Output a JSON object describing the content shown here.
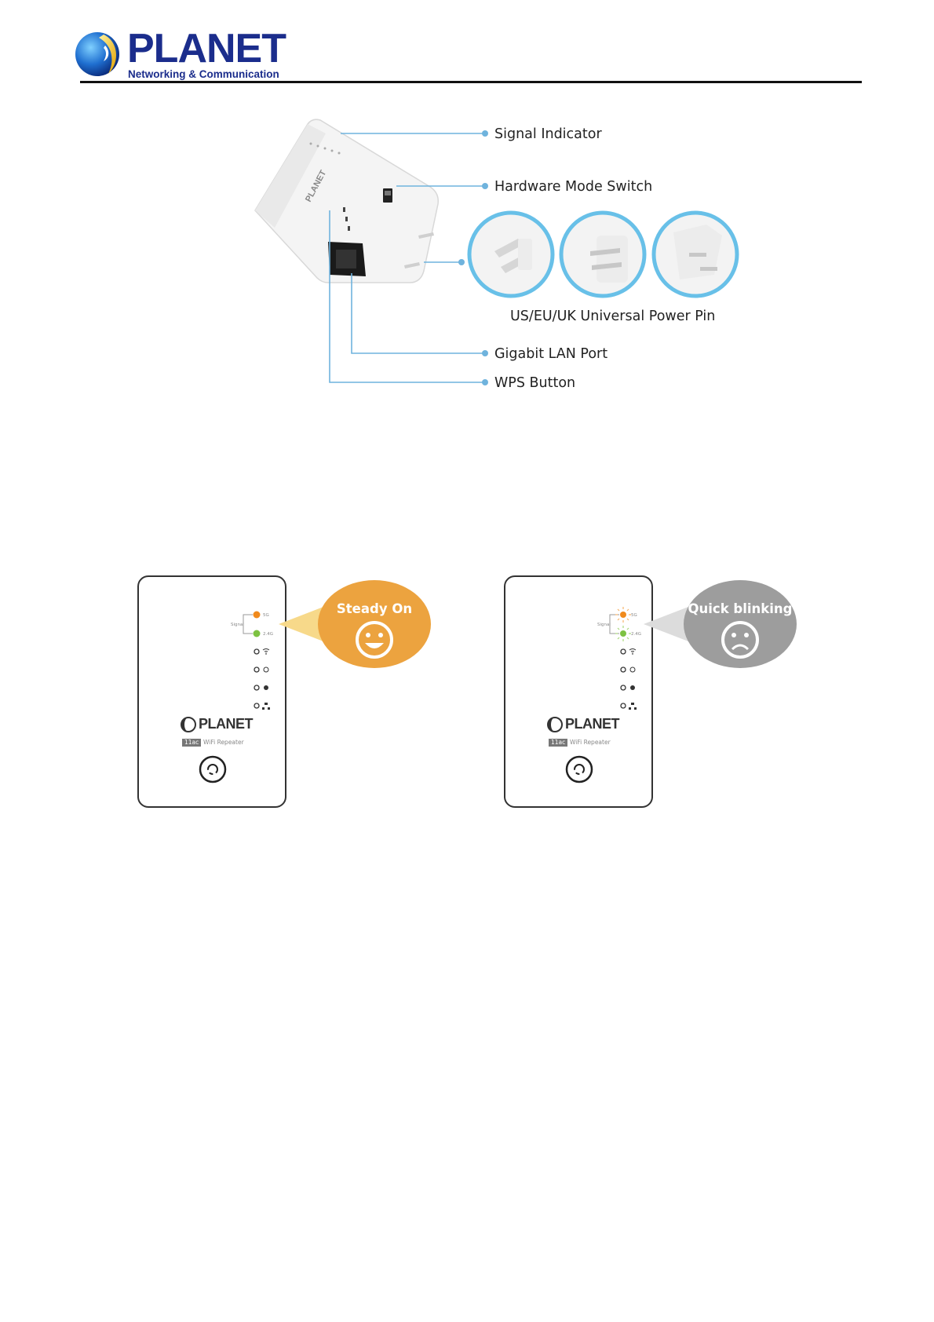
{
  "header": {
    "brand": "PLANET",
    "tagline": "Networking & Communication"
  },
  "hardware_diagram": {
    "callouts": {
      "signal_indicator": "Signal Indicator",
      "hardware_mode_switch": "Hardware Mode Switch",
      "power_pin": "US/EU/UK Universal Power Pin",
      "gigabit_lan_port": "Gigabit LAN Port",
      "wps_button": "WPS Button"
    }
  },
  "led_states": {
    "left": {
      "bubble_label": "Steady On",
      "bubble_color": "#eca33f",
      "logo": "PLANET",
      "badge": "11ac",
      "subtitle": "WiFi Repeater"
    },
    "right": {
      "bubble_label": "Quick blinking",
      "bubble_color": "#9d9d9d",
      "logo": "PLANET",
      "badge": "11ac",
      "subtitle": "WiFi Repeater"
    }
  },
  "colors": {
    "brand_blue": "#1b2d8c",
    "callout_line": "#6fb3dd",
    "led_orange": "#f08a1c",
    "led_green": "#7dc242"
  }
}
